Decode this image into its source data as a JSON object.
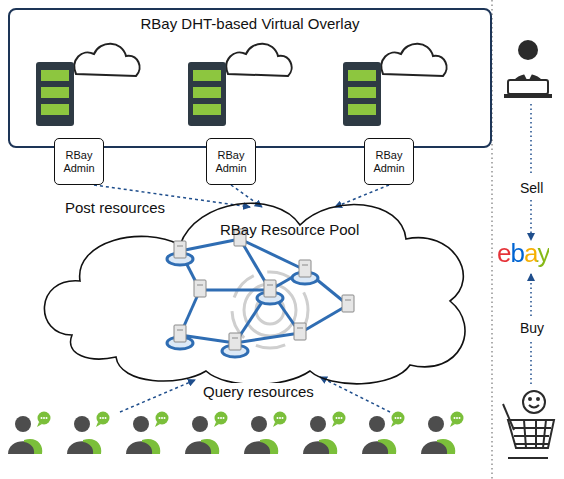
{
  "diagram": {
    "nodes": [
      {
        "text": [
          "RBay DHT-based Virtual Overlay"
        ]
      },
      {
        "text": [
          "RBay Admin"
        ]
      },
      {
        "text": [
          "RBay Admin"
        ]
      },
      {
        "text": [
          "RBay Admin"
        ]
      },
      {
        "text": [
          "RBay Resource Pool"
        ]
      }
    ],
    "edges": [
      {
        "from": 1,
        "to": 4,
        "arrow": "to"
      },
      {
        "from": 2,
        "to": 4,
        "arrow": "to"
      },
      {
        "from": 3,
        "to": 4,
        "arrow": "to"
      }
    ],
    "labels": [
      "Post resources",
      "Query resources",
      "Sell",
      "ebay",
      "Buy"
    ]
  }
}
